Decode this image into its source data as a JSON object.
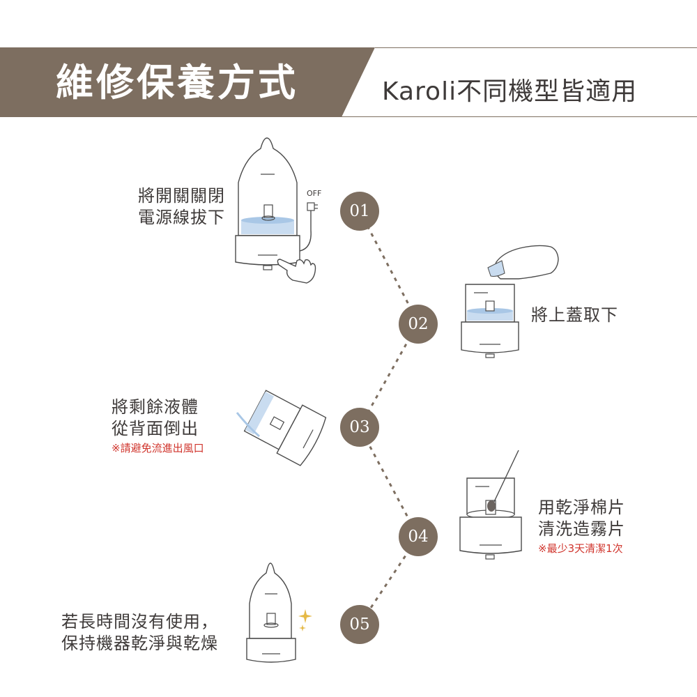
{
  "header": {
    "title": "維修保養方式",
    "subtitle": "Karoli不同機型皆適用"
  },
  "steps": [
    {
      "number": "01",
      "lines": [
        "將開關關閉",
        "電源線拔下"
      ],
      "tag": "OFF"
    },
    {
      "number": "02",
      "lines": [
        "將上蓋取下"
      ]
    },
    {
      "number": "03",
      "lines": [
        "將剩餘液體",
        "從背面倒出"
      ],
      "note": "※請避免流進出風口"
    },
    {
      "number": "04",
      "lines": [
        "用乾淨棉片",
        "清洗造霧片"
      ],
      "note": "※最少3天清潔1次"
    },
    {
      "number": "05",
      "lines": [
        "若長時間沒有使用，",
        "保持機器乾淨與乾燥"
      ]
    }
  ],
  "colors": {
    "banner": "#7d6e60",
    "badge": "#7d6e60",
    "water": "#c9dcf0",
    "note": "#d0342c",
    "sparkle": "#e5b946"
  },
  "icons": [
    "diffuser-illustration",
    "hand-pointer-icon",
    "plug-icon",
    "cotton-swab-icon",
    "sparkle-icon"
  ]
}
